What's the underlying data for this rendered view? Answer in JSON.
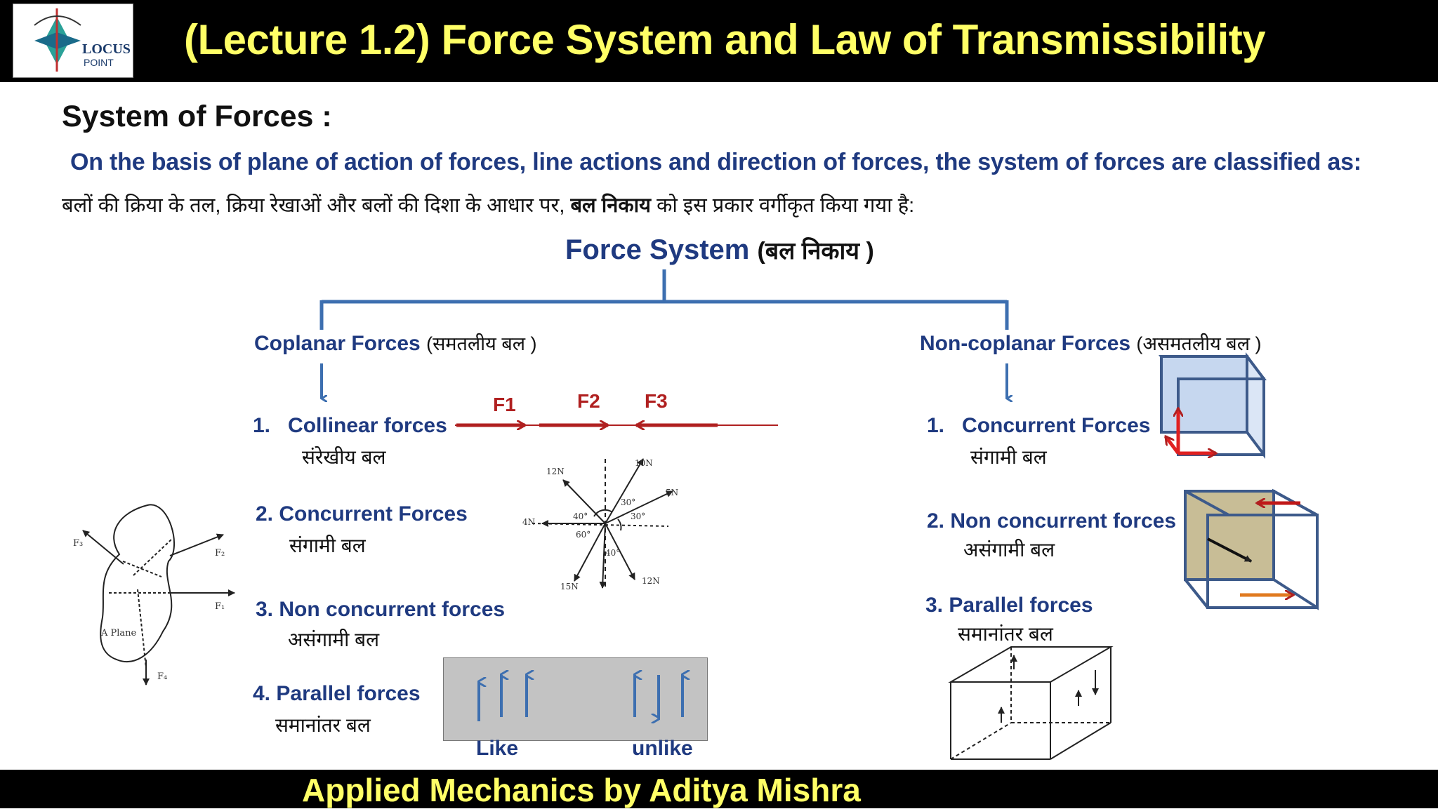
{
  "header": {
    "title": "(Lecture 1.2) Force System and Law of Transmissibility",
    "logo_text": "LOCUS",
    "logo_subtext": "POINT"
  },
  "heading": "System of Forces :",
  "subtitle": "On the basis of plane of action of forces, line actions and direction of forces, the system of forces are classified as:",
  "hindi_line": {
    "before": "बलों की क्रिया के तल, क्रिया रेखाओं और बलों की दिशा के आधार पर,",
    "bold": "बल निकाय",
    "after": "को इस प्रकार वर्गीकृत किया गया है:"
  },
  "root": {
    "en": "Force System",
    "hi": "(बल निकाय )"
  },
  "coplanar": {
    "label_en": "Coplanar Forces",
    "label_hi": "(समतलीय बल )",
    "items": [
      {
        "num": "1.",
        "en": "Collinear forces",
        "hi": "संरेखीय बल"
      },
      {
        "num": "2.",
        "en": "Concurrent Forces",
        "hi": "संगामी बल"
      },
      {
        "num": "3.",
        "en": "Non concurrent forces",
        "hi": "असंगामी बल"
      },
      {
        "num": "4.",
        "en": "Parallel forces",
        "hi": "समानांतर बल"
      }
    ],
    "collinear_labels": [
      "F1",
      "F2",
      "F3"
    ],
    "parallel_labels": {
      "like": "Like",
      "unlike": "unlike"
    },
    "concurrent_labels": [
      "12N",
      "10N",
      "5N",
      "4N",
      "40°",
      "30°",
      "30°",
      "60°",
      "40°",
      "15N",
      "12N"
    ],
    "plane_labels": {
      "plane": "A Plane",
      "f1": "F₁",
      "f2": "F₂",
      "f3": "F₃",
      "f4": "F₄"
    }
  },
  "noncoplanar": {
    "label_en": "Non-coplanar Forces",
    "label_hi": "(असमतलीय बल )",
    "items": [
      {
        "num": "1.",
        "en": "Concurrent Forces",
        "hi": "संगामी बल"
      },
      {
        "num": "2.",
        "en": "Non concurrent forces",
        "hi": "असंगामी बल"
      },
      {
        "num": "3.",
        "en": "Parallel forces",
        "hi": "समानांतर बल"
      }
    ]
  },
  "footer": {
    "text": "Applied Mechanics by Aditya Mishra"
  },
  "colors": {
    "accent": "#1f3a80",
    "header_bg": "#000000",
    "title_yellow": "#ffff66",
    "force_red": "#b02020",
    "connector_blue": "#3d6fb0"
  }
}
